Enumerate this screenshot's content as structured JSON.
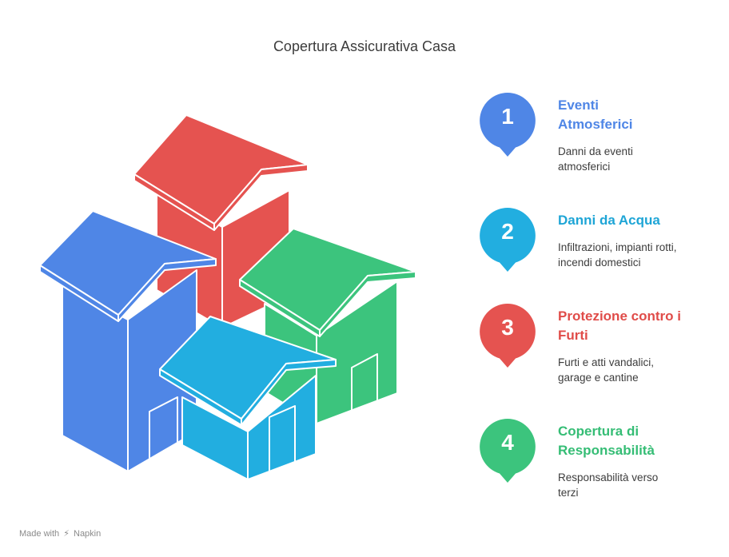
{
  "title": "Copertura Assicurativa Casa",
  "colors": {
    "blue": "#4f86e6",
    "cyan": "#22aee0",
    "red": "#e55350",
    "green": "#3cc47d"
  },
  "items": [
    {
      "number": "1",
      "title": "Eventi Atmosferici",
      "description": "Danni da eventi atmosferici",
      "color": "#4f86e6",
      "title_color": "#4f86e6"
    },
    {
      "number": "2",
      "title": "Danni da Acqua",
      "description": "Infiltrazioni, impianti rotti, incendi domestici",
      "color": "#22aee0",
      "title_color": "#1ea5d6"
    },
    {
      "number": "3",
      "title": "Protezione contro i Furti",
      "description": "Furti e atti vandalici, garage e cantine",
      "color": "#e55350",
      "title_color": "#e04c49"
    },
    {
      "number": "4",
      "title": "Copertura di Responsabilità",
      "description": "Responsabilità verso terzi",
      "color": "#3cc47d",
      "title_color": "#35bd75"
    }
  ],
  "footer": {
    "made_with": "Made with",
    "brand": "Napkin"
  }
}
